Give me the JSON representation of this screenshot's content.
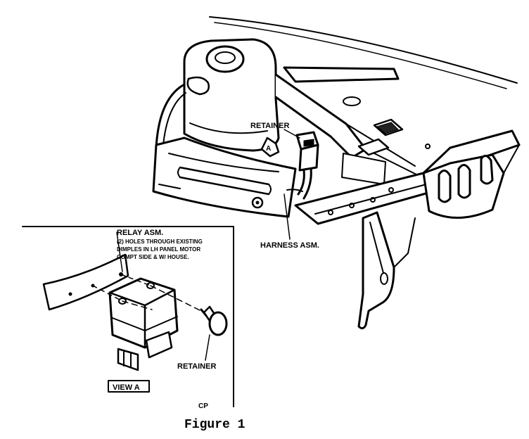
{
  "labels": {
    "retainer_top": "RETAINER",
    "callout_a": "A",
    "harness": "HARNESS ASM.",
    "relay": "RELAY ASM.",
    "relay_note_1": "(2) HOLES THROUGH EXISTING",
    "relay_note_2": "DIMPLES IN LH PANEL MOTOR",
    "relay_note_3": "COMPT SIDE & W/ HOUSE.",
    "retainer_bottom": "RETAINER",
    "view": "VIEW  A",
    "code": "CP"
  },
  "caption": "Figure 1"
}
